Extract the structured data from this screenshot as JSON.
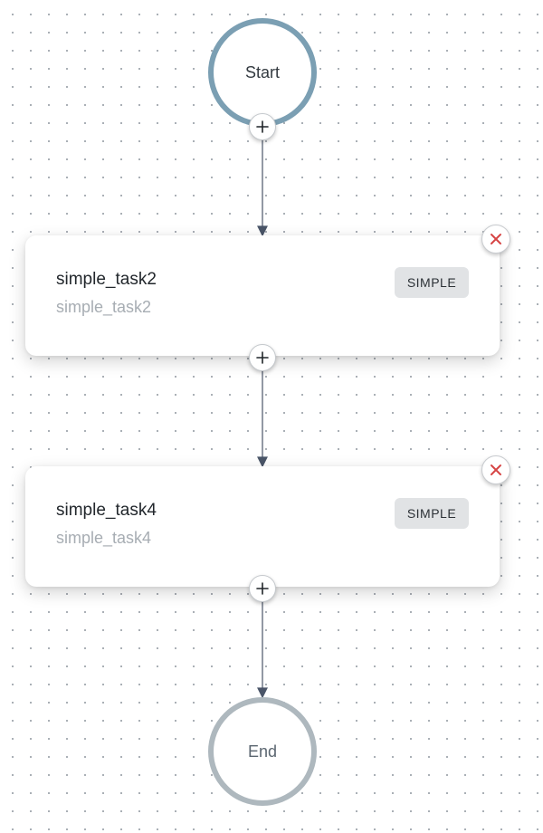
{
  "workflow": {
    "start_node": {
      "label": "Start"
    },
    "tasks": [
      {
        "name": "simple_task2",
        "reference": "simple_task2",
        "type": "SIMPLE",
        "remove_icon": "close-icon"
      },
      {
        "name": "simple_task4",
        "reference": "simple_task4",
        "type": "SIMPLE",
        "remove_icon": "close-icon"
      }
    ],
    "end_node": {
      "label": "End"
    },
    "add_icon": "plus-icon"
  },
  "colors": {
    "start_border": "#7b9fb3",
    "end_border": "#aeb8be",
    "edge": "#4a5568",
    "remove_icon": "#d64545",
    "badge_bg": "#e1e3e5"
  }
}
